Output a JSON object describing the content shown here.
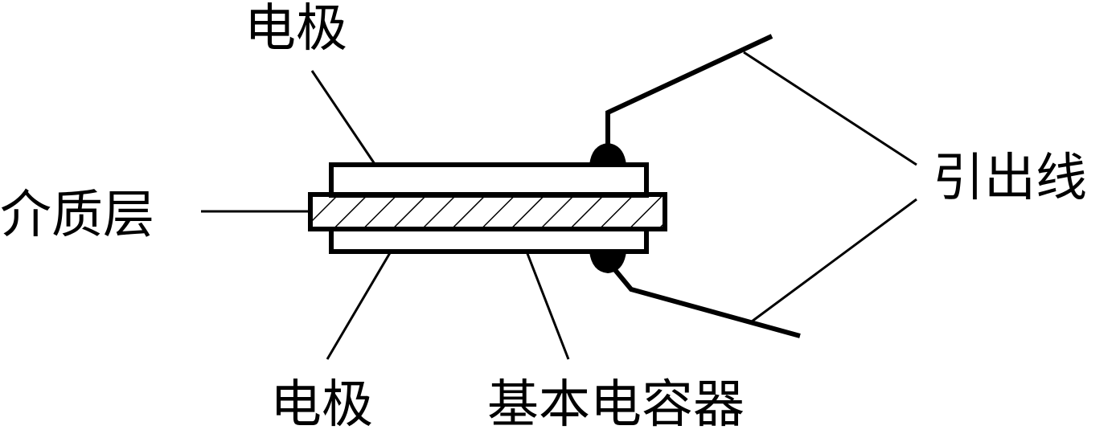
{
  "labels": {
    "electrode_top": "电极",
    "dielectric_layer": "介质层",
    "lead_wires": "引出线",
    "electrode_bottom": "电极",
    "base_capacitor": "基本电容器"
  }
}
